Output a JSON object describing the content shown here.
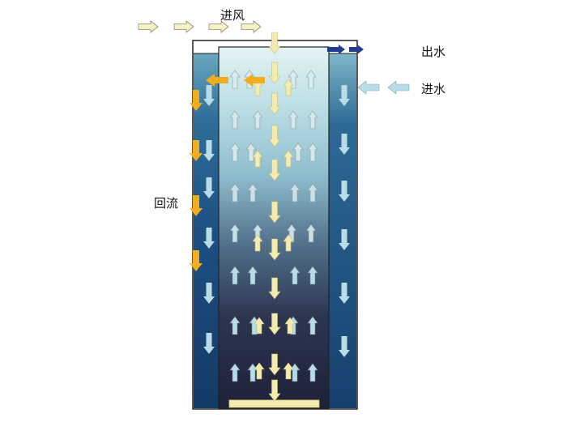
{
  "labels": {
    "air_in": "进风",
    "water_out": "出水",
    "water_in": "进水",
    "reflux": "回流"
  },
  "colors": {
    "vessel_dark": "#16406f",
    "vessel_mid": "#2f6f9a",
    "vessel_light": "#d8eef2",
    "core_bottom": "#1e2138",
    "arrow_pale_yellow": "#f3ebb0",
    "arrow_orange": "#f2ad1e",
    "arrow_light_blue": "#b9dde6",
    "arrow_dark_blue": "#233c8e",
    "arrow_outline": "#7a7a7a"
  },
  "icons": {
    "air_arrows": "right-arrow-outline",
    "water_out": "right-arrow-dark-blue",
    "water_in": "left-arrow-light-blue",
    "reflux": "orange-arrow",
    "column_flow": "up-down-arrows"
  }
}
